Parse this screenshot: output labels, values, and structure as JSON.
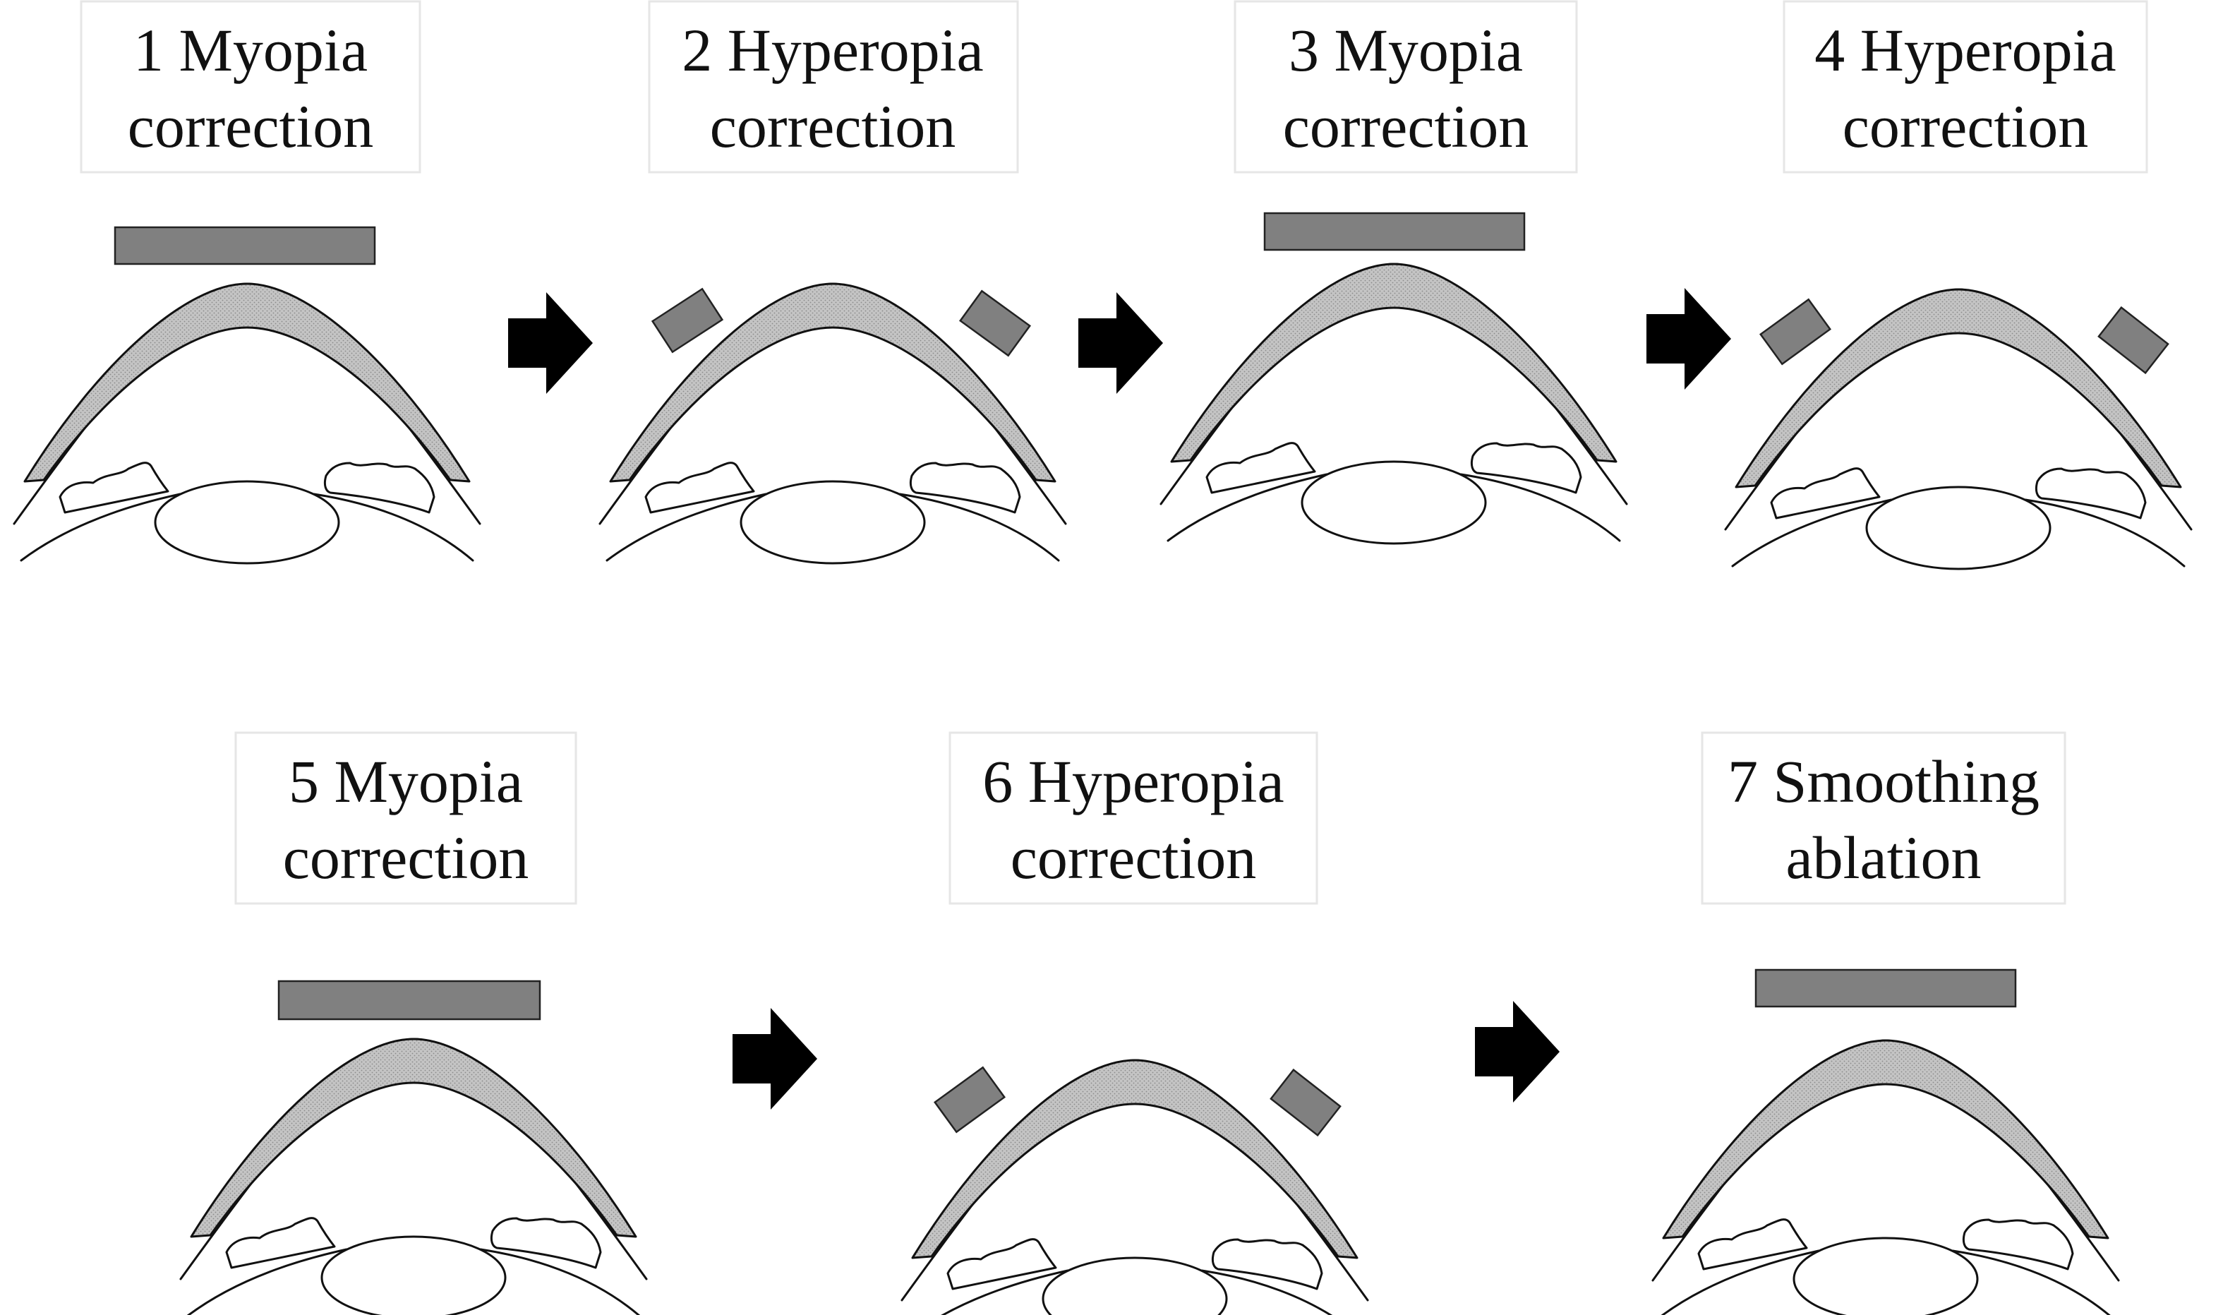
{
  "colors": {
    "background": "#ffffff",
    "cornea_fill": "#bdbdbd",
    "laser_beam": "#808080",
    "outline": "#111111",
    "arrow": "#000000"
  },
  "steps": [
    {
      "id": 1,
      "line1": "1 Myopia",
      "line2": "correction",
      "ablation": "central"
    },
    {
      "id": 2,
      "line1": "2 Hyperopia",
      "line2": "correction",
      "ablation": "peripheral"
    },
    {
      "id": 3,
      "line1": "3 Myopia",
      "line2": "correction",
      "ablation": "central"
    },
    {
      "id": 4,
      "line1": "4 Hyperopia",
      "line2": "correction",
      "ablation": "peripheral"
    },
    {
      "id": 5,
      "line1": "5 Myopia",
      "line2": "correction",
      "ablation": "central"
    },
    {
      "id": 6,
      "line1": "6 Hyperopia",
      "line2": "correction",
      "ablation": "peripheral"
    },
    {
      "id": 7,
      "line1": "7 Smoothing",
      "line2": "ablation",
      "ablation": "central"
    }
  ],
  "arrow_icon": "right-arrow-icon"
}
